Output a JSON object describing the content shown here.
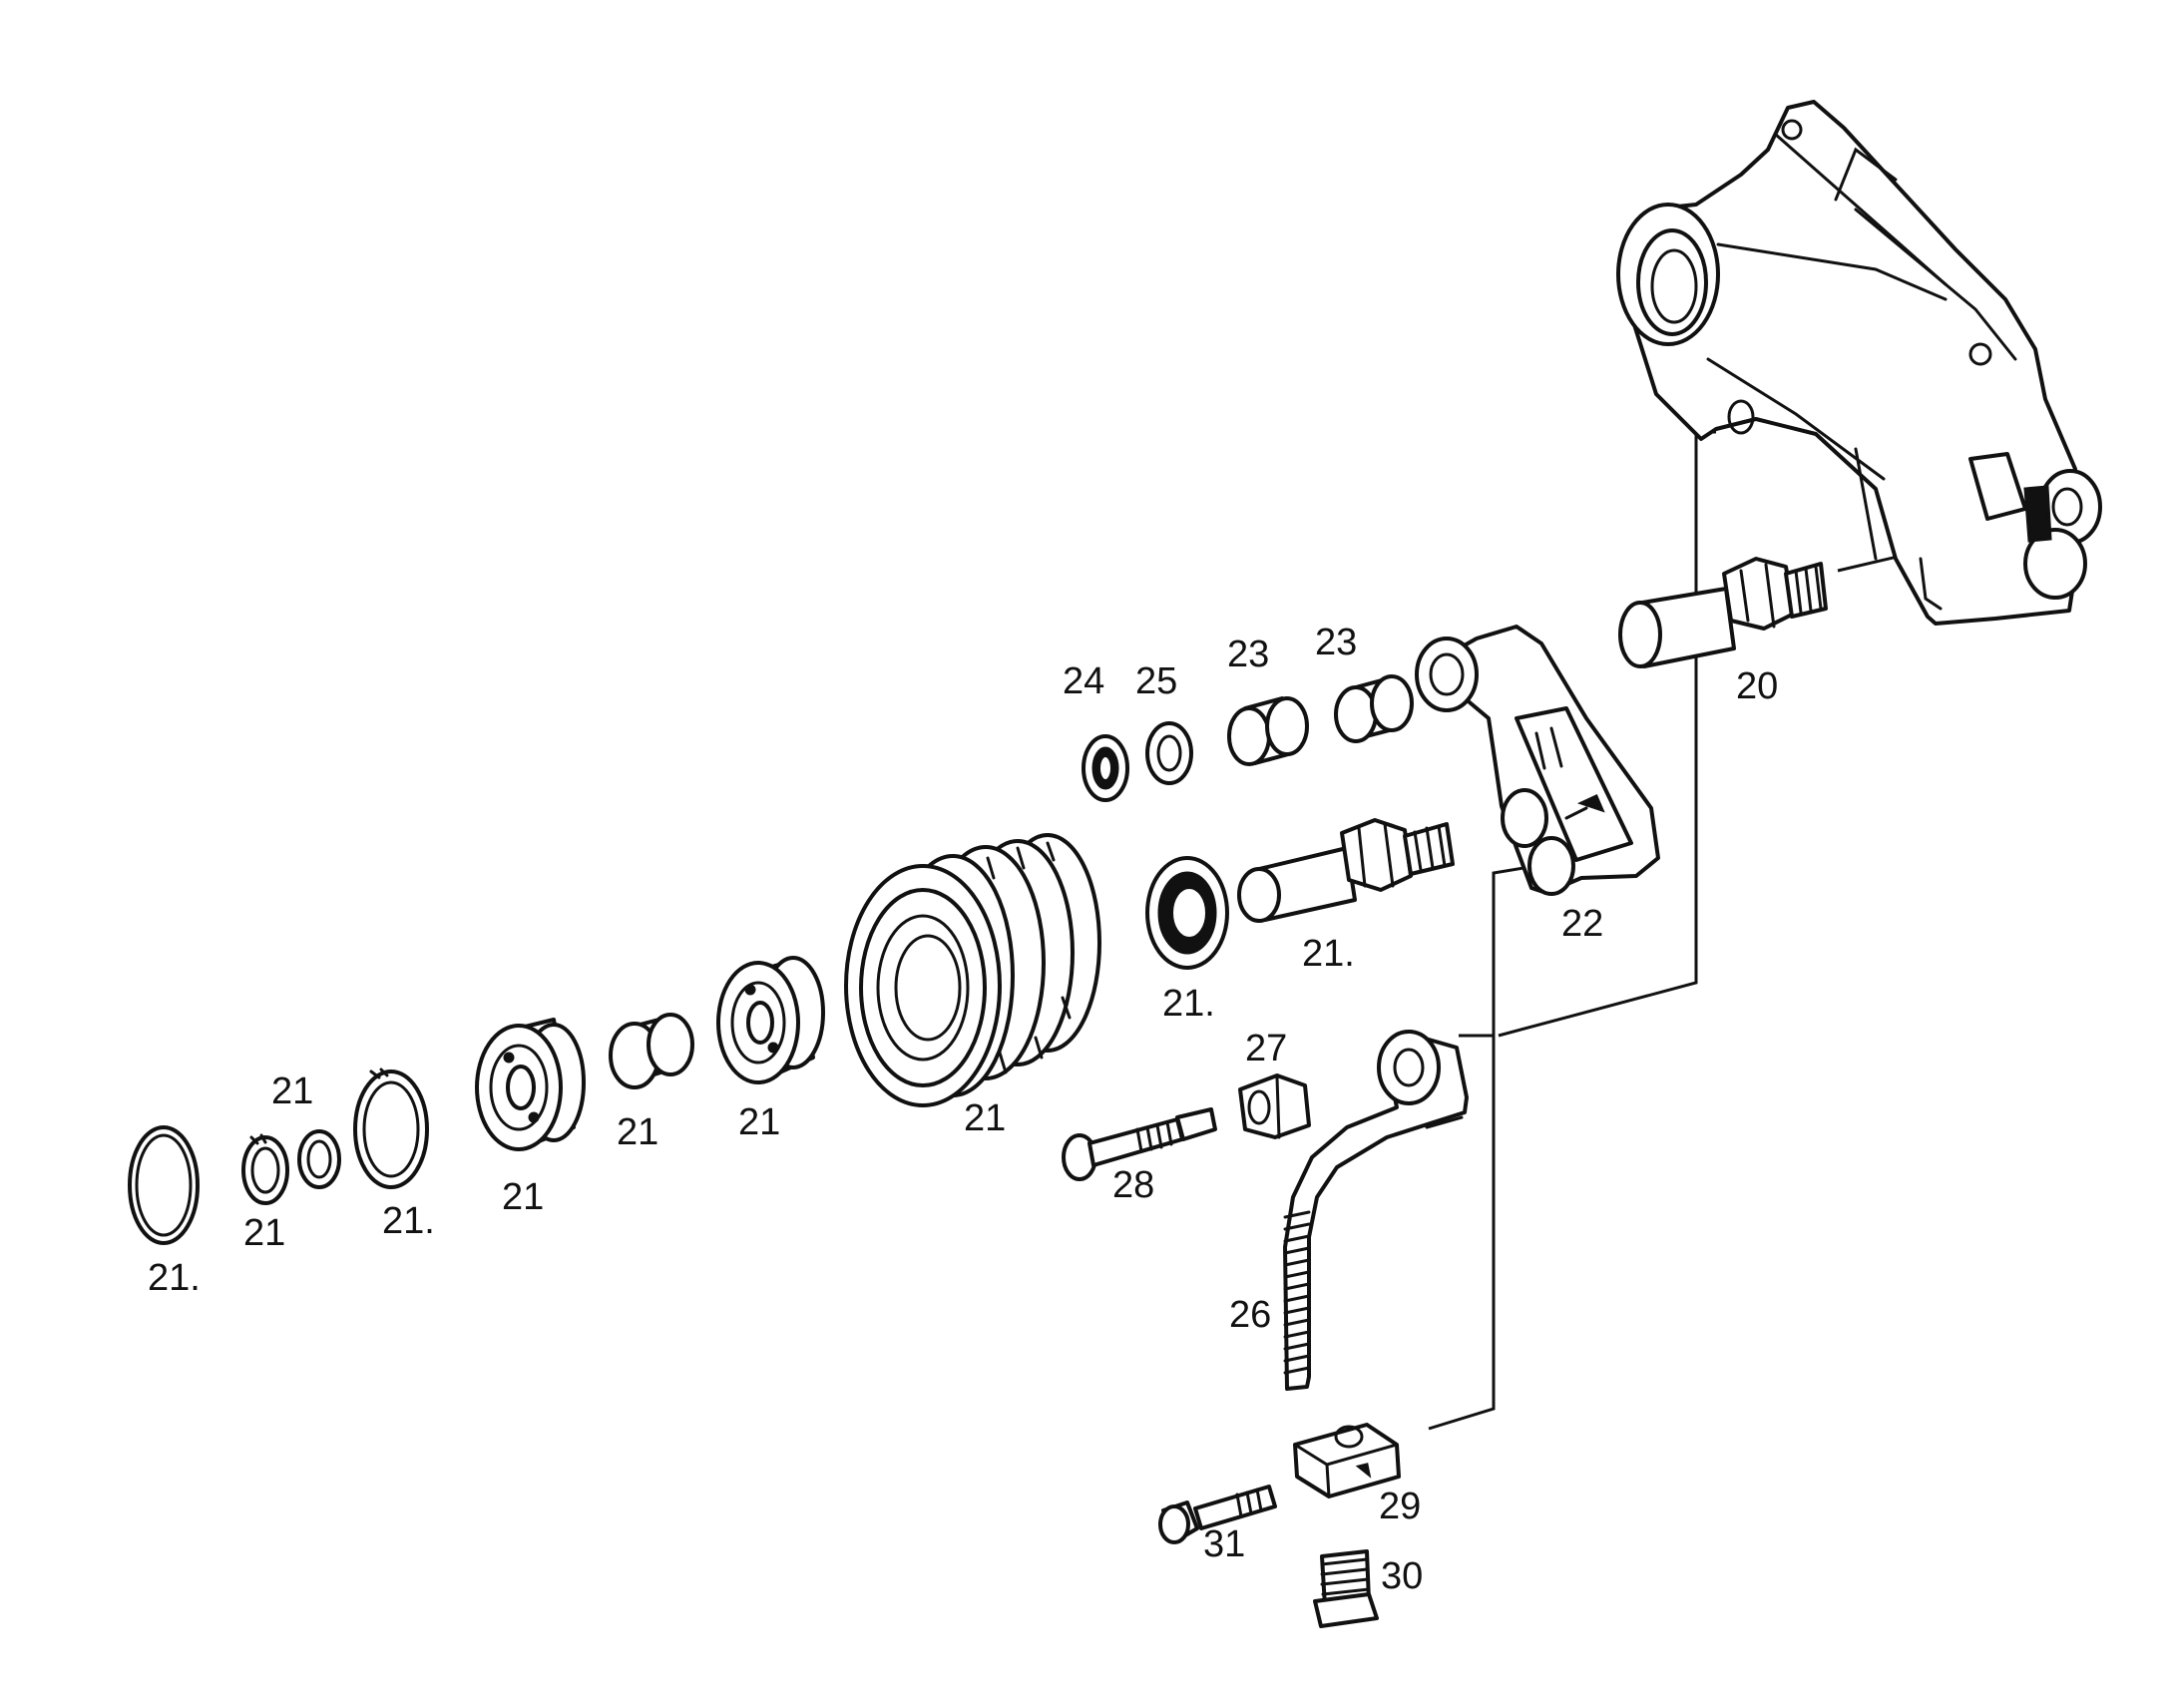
{
  "diagram": {
    "labels": {
      "l20": "20",
      "l21_snap_ring": "21.",
      "l21_circlip_top": "21",
      "l21_circlip_bottom": "21",
      "l21_lock_ring": "21.",
      "l21_bearing_left": "21",
      "l21_spacer": "21",
      "l21_bearing_right": "21",
      "l21_pulley": "21",
      "l21_seal": "21.",
      "l21_shaft": "21.",
      "l22": "22",
      "l23_a": "23",
      "l23_b": "23",
      "l24": "24",
      "l25": "25",
      "l26": "26",
      "l27": "27",
      "l28": "28",
      "l29": "29",
      "l30": "30",
      "l31": "31"
    }
  }
}
